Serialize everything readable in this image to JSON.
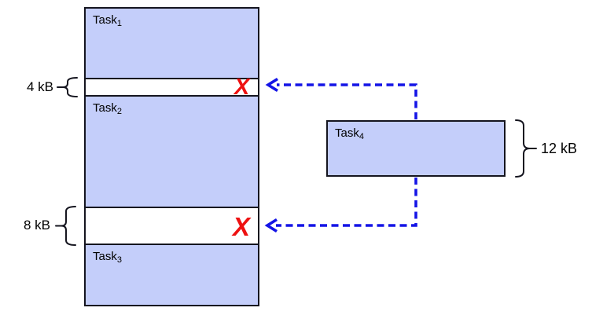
{
  "diagram_title": "external-fragmentation-memory-diagram",
  "colors": {
    "task_fill": "#c4cefa",
    "box_border": "#15151f",
    "arrow_blue": "#1414e6",
    "reject_red": "#ee1111",
    "text": "#000000"
  },
  "memory": {
    "tasks": [
      {
        "name": "Task",
        "sub": "1"
      },
      {
        "name": "Task",
        "sub": "2"
      },
      {
        "name": "Task",
        "sub": "3"
      }
    ],
    "gaps": [
      {
        "size": "4 kB"
      },
      {
        "size": "8 kB"
      }
    ]
  },
  "incoming": {
    "name": "Task",
    "sub": "4",
    "size": "12 kB"
  },
  "reject_mark": "X"
}
